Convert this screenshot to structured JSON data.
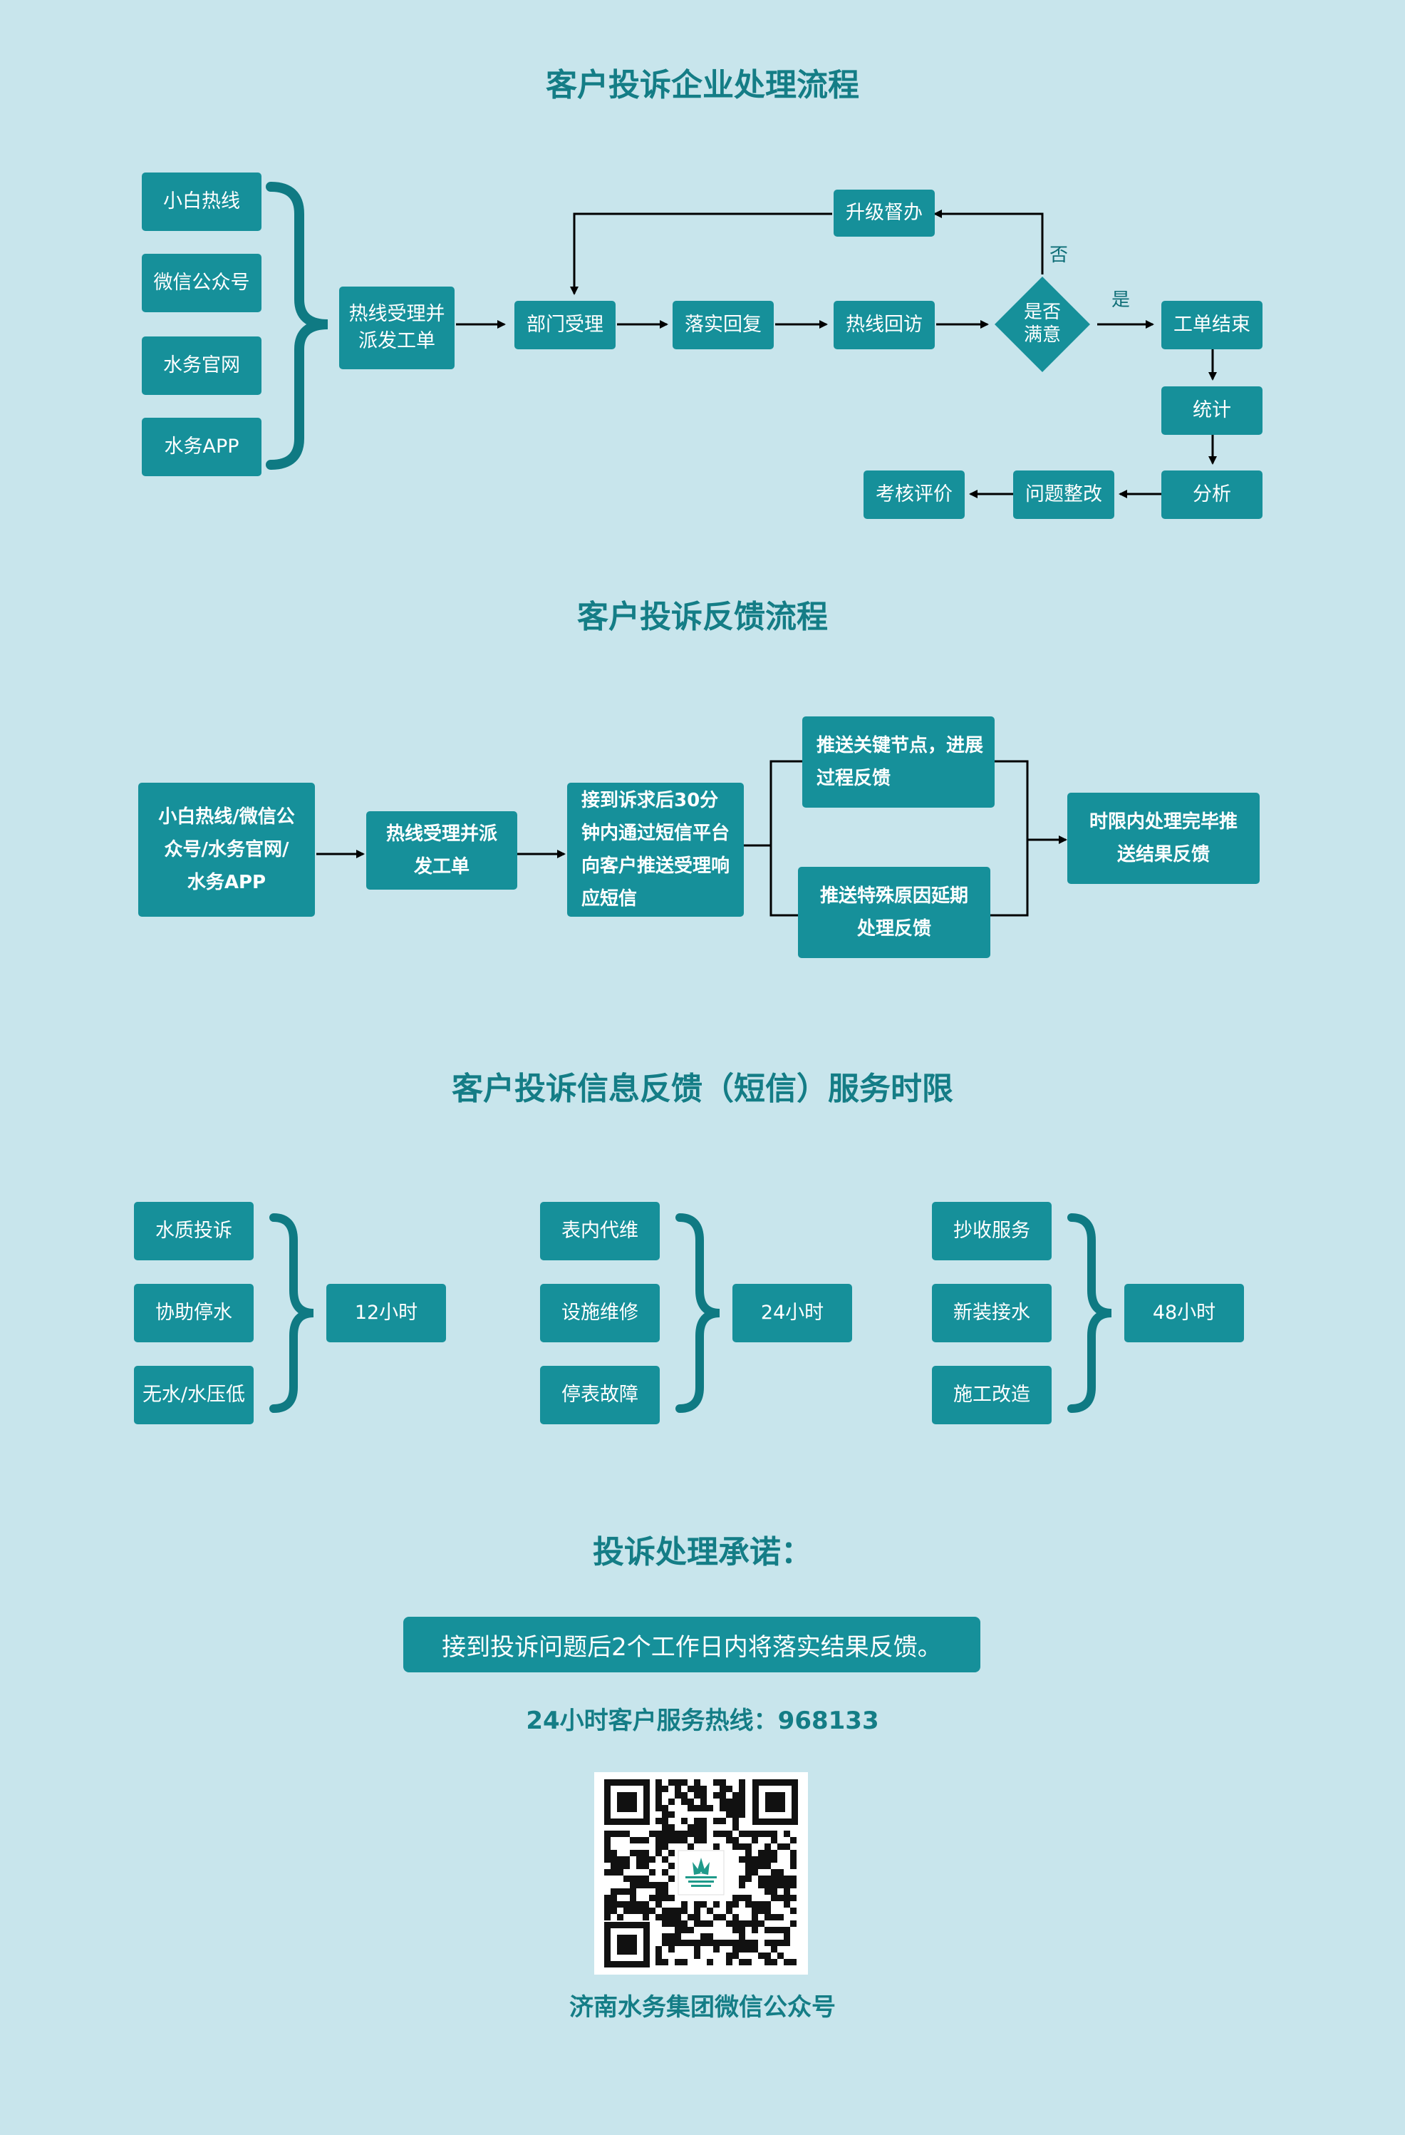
{
  "section1": {
    "title": "客户投诉企业处理流程",
    "channels": [
      "小白热线",
      "微信公众号",
      "水务官网",
      "水务APP"
    ],
    "accept": "热线受理并派发工单",
    "dept": "部门受理",
    "reply": "落实回复",
    "visit": "热线回访",
    "decision": "是否满意",
    "no_label": "否",
    "yes_label": "是",
    "escalate": "升级督办",
    "close": "工单结束",
    "stats": "统计",
    "analyze": "分析",
    "rectify": "问题整改",
    "evaluate": "考核评价"
  },
  "section2": {
    "title": "客户投诉反馈流程",
    "channels": "小白热线/微信公众号/水务官网/水务APP",
    "accept": "热线受理并派发工单",
    "sms": "接到诉求后30分钟内通过短信平台向客户推送受理响应短信",
    "progress": "推送关键节点，进展过程反馈",
    "delay": "推送特殊原因延期处理反馈",
    "final": "时限内处理完毕推送结果反馈"
  },
  "section3": {
    "title": "客户投诉信息反馈（短信）服务时限",
    "groups": [
      {
        "items": [
          "水质投诉",
          "协助停水",
          "无水/水压低"
        ],
        "time": "12小时"
      },
      {
        "items": [
          "表内代维",
          "设施维修",
          "停表故障"
        ],
        "time": "24小时"
      },
      {
        "items": [
          "抄收服务",
          "新装接水",
          "施工改造"
        ],
        "time": "48小时"
      }
    ]
  },
  "section4": {
    "title": "投诉处理承诺：",
    "promise": "接到投诉问题后2个工作日内将落实结果反馈。",
    "hotline": "24小时客户服务热线：968133",
    "qr_caption": "济南水务集团微信公众号"
  },
  "colors": {
    "background": "#c8e5ec",
    "box": "#16909a",
    "title": "#147d86",
    "brace": "#0f7a83"
  }
}
